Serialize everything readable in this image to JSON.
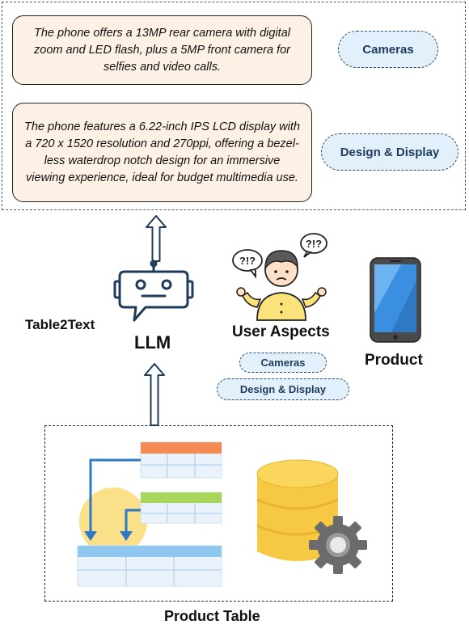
{
  "descriptions": [
    {
      "text": "The phone offers a 13MP rear camera with digital zoom and LED flash, plus a 5MP front camera for selfies and video calls.",
      "aspect": "Cameras"
    },
    {
      "text": "The phone features a 6.22-inch IPS LCD display with a 720 x 1520 resolution and 270ppi, offering a bezel-less waterdrop notch design for an immersive viewing experience, ideal for budget multimedia use.",
      "aspect": "Design & Display"
    }
  ],
  "labels": {
    "table2text": "Table2Text",
    "llm": "LLM",
    "user_aspects": "User Aspects",
    "product": "Product",
    "product_table": "Product Table"
  },
  "user_aspect_tags": [
    "Cameras",
    "Design & Display"
  ],
  "icons": {
    "robot": "robot-icon",
    "user": "confused-user-icon",
    "phone": "smartphone-icon",
    "tables": "linked-tables-icon",
    "database": "database-icon",
    "gear": "gear-icon"
  },
  "colors": {
    "description_bg": "#fdf1e6",
    "pill_bg": "#e1f0fa",
    "pill_text": "#1f3b5a",
    "arrow": "#1f3b5a",
    "robot": "#1f3b5a",
    "table_orange": "#f58a55",
    "table_green": "#a8d65a",
    "table_blue": "#8ec8f0",
    "database": "#f7c843",
    "gear": "#6b6b6b"
  }
}
